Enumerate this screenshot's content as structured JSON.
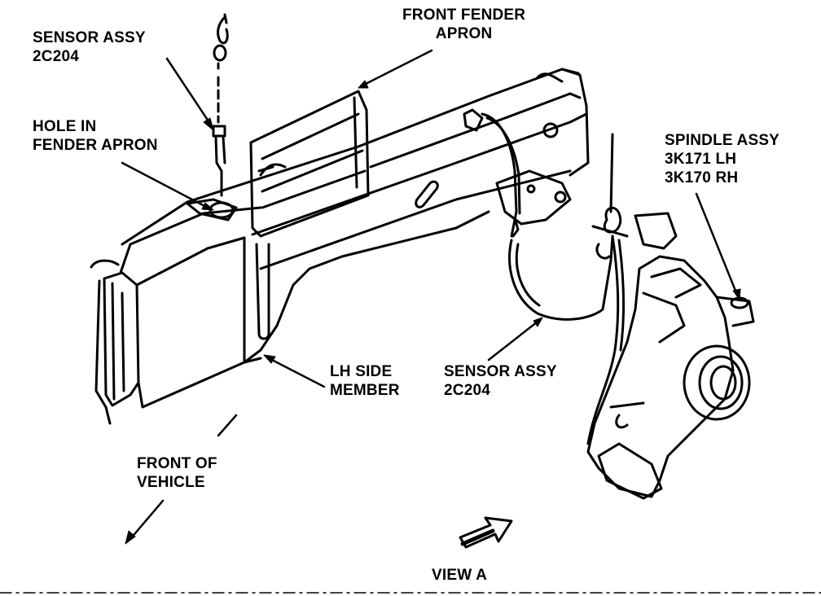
{
  "labels": {
    "sensor_top": [
      "SENSOR ASSY",
      "2C204"
    ],
    "hole": [
      "HOLE IN",
      "FENDER APRON"
    ],
    "fender": [
      "FRONT FENDER",
      "APRON"
    ],
    "spindle": [
      "SPINDLE ASSY",
      "3K171 LH",
      "3K170 RH"
    ],
    "side_member": [
      "LH SIDE",
      "MEMBER"
    ],
    "sensor_bottom": [
      "SENSOR ASSY",
      "2C204"
    ],
    "front": [
      "FRONT OF",
      "VEHICLE"
    ],
    "view": "VIEW A"
  },
  "colors": {
    "ink": "#000000",
    "paper": "#ffffff"
  }
}
